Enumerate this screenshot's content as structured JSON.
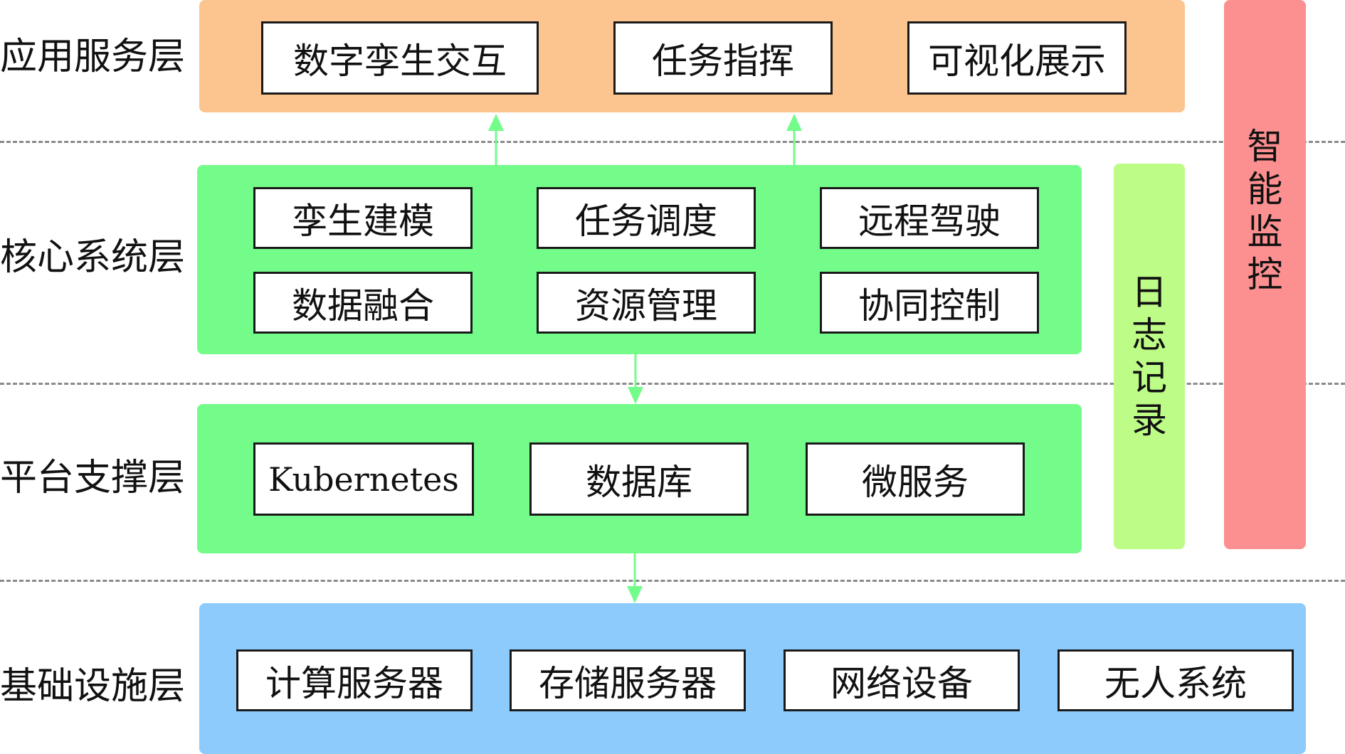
{
  "colors": {
    "application_band": "#fcc48e",
    "core_band": "#74fc8a",
    "platform_band": "#74fc8a",
    "infrastructure_band": "#8ccbfc",
    "logging_bar": "#bdfc87",
    "monitoring_bar": "#fc8f8f",
    "arrow": "#74fc8a"
  },
  "layers": {
    "application": {
      "label": "应用服务层",
      "modules": [
        "数字孪生交互",
        "任务指挥",
        "可视化展示"
      ]
    },
    "core": {
      "label": "核心系统层",
      "modules": [
        "孪生建模",
        "任务调度",
        "远程驾驶",
        "数据融合",
        "资源管理",
        "协同控制"
      ]
    },
    "platform": {
      "label": "平台支撑层",
      "modules": [
        "Kubernetes",
        "数据库",
        "微服务"
      ]
    },
    "infrastructure": {
      "label": "基础设施层",
      "modules": [
        "计算服务器",
        "存储服务器",
        "网络设备",
        "无人系统"
      ]
    }
  },
  "side_bars": {
    "logging": {
      "chars": [
        "日",
        "志",
        "记",
        "录"
      ]
    },
    "monitoring": {
      "chars": [
        "智",
        "能",
        "监",
        "控"
      ]
    }
  }
}
